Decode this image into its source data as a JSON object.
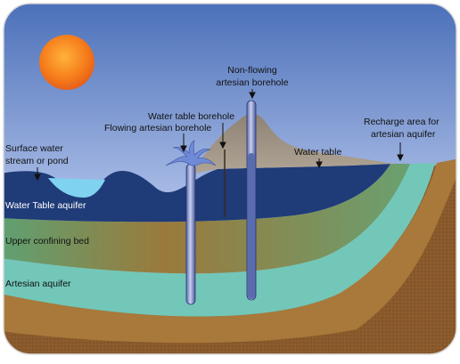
{
  "labels": {
    "surface_water_line1": "Surface water",
    "surface_water_line2": "stream or pond",
    "water_table_aquifer": "Water Table aquifer",
    "upper_confining_bed": "Upper confining bed",
    "artesian_aquifer": "Artesian aquifer",
    "water_table_borehole": "Water table borehole",
    "flowing_artesian_borehole": "Flowing artesian borehole",
    "non_flowing_line1": "Non-flowing",
    "non_flowing_line2": "artesian borehole",
    "water_table": "Water table",
    "recharge_line1": "Recharge area for",
    "recharge_line2": "artesian aquifer"
  },
  "colors": {
    "sky_top": "#4a6fb8",
    "sky_bottom": "#e9eef9",
    "sun": "#f2791e",
    "water_table_aquifer": "#1f3b78",
    "upper_confining_bed": "#7b8f4c",
    "artesian_aquifer": "#72c7b9",
    "lower_bed": "#a8793a",
    "bedrock": "#8a5a2c",
    "hill": "#9c8e7f",
    "pond": "#7fd2f0"
  }
}
